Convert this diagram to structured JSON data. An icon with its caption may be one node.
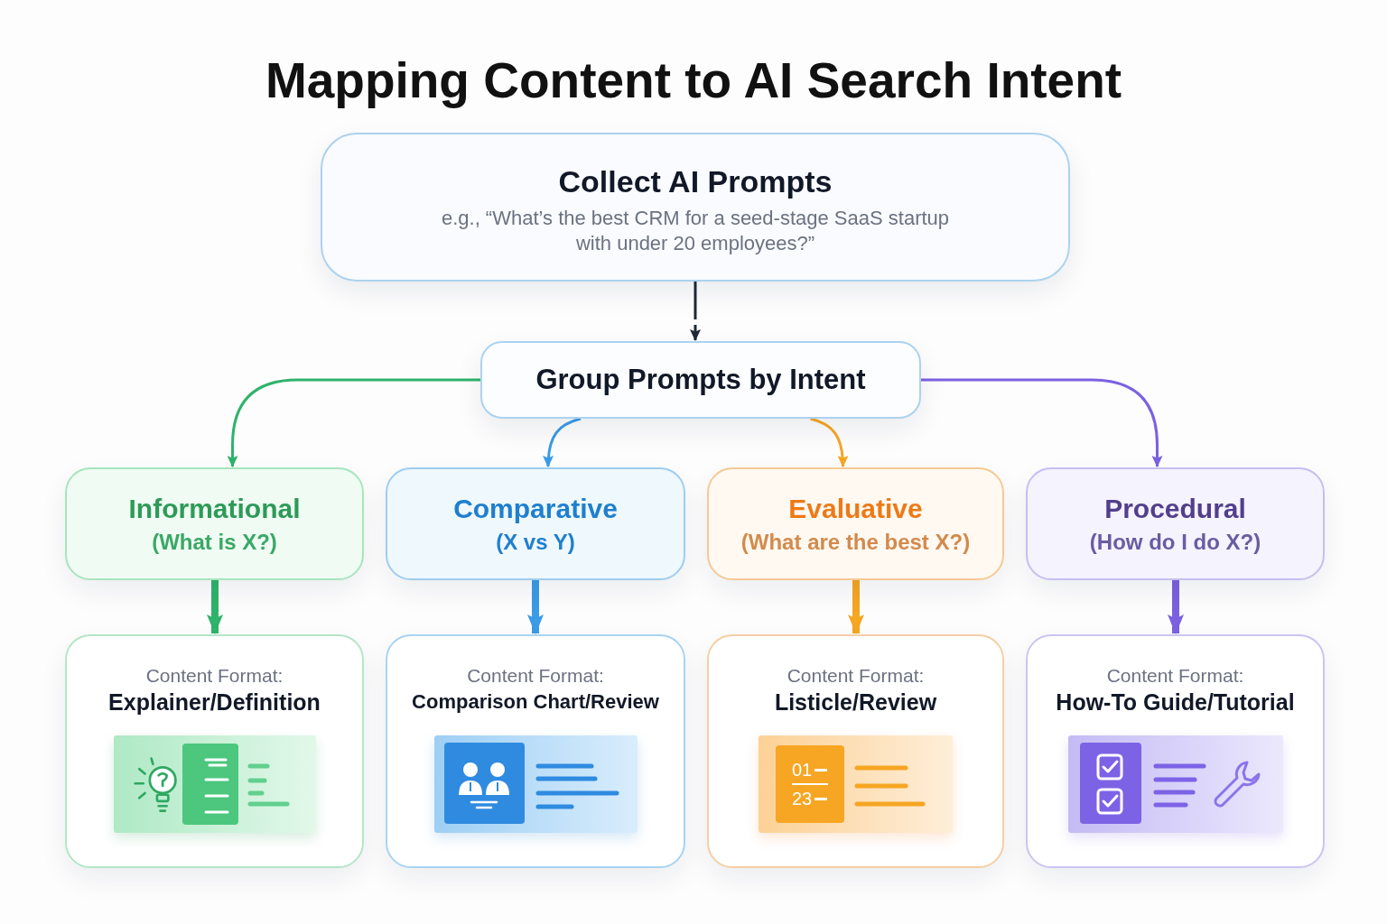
{
  "diagram": {
    "title": "Mapping Content to AI Search Intent",
    "nodes": [
      {
        "text": [
          "Collect AI Prompts",
          "e.g., “What’s the best CRM for a seed-stage SaaS startup with under 20 employees?”"
        ]
      },
      {
        "text": [
          "Group Prompts by Intent"
        ]
      },
      {
        "text": [
          "Informational",
          "(What is X?)"
        ]
      },
      {
        "text": [
          "Comparative",
          "(X vs Y)"
        ]
      },
      {
        "text": [
          "Evaluative",
          "(What are the best X?)"
        ]
      },
      {
        "text": [
          "Procedural",
          "(How do I do X?)"
        ]
      },
      {
        "text": [
          "Content Format:",
          "Explainer/Definition"
        ]
      },
      {
        "text": [
          "Content Format:",
          "Comparison Chart/Review"
        ]
      },
      {
        "text": [
          "Content Format:",
          "Listicle/Review"
        ]
      },
      {
        "text": [
          "Content Format:",
          "How-To Guide/Tutorial"
        ]
      }
    ],
    "edges": [
      {
        "from": 0,
        "to": 1,
        "arrow": "to",
        "style": "dashed",
        "color": "#1f2937"
      },
      {
        "from": 1,
        "to": 2,
        "arrow": "to",
        "color": "#2fb36a"
      },
      {
        "from": 1,
        "to": 3,
        "arrow": "to",
        "color": "#3a9be6"
      },
      {
        "from": 1,
        "to": 4,
        "arrow": "to",
        "color": "#f5a623"
      },
      {
        "from": 1,
        "to": 5,
        "arrow": "to",
        "color": "#7b61e0"
      },
      {
        "from": 2,
        "to": 6,
        "arrow": "to",
        "style": "thick",
        "color": "#2fb36a"
      },
      {
        "from": 3,
        "to": 7,
        "arrow": "to",
        "style": "thick",
        "color": "#3a9be6"
      },
      {
        "from": 4,
        "to": 8,
        "arrow": "to",
        "style": "thick",
        "color": "#f5a623"
      },
      {
        "from": 5,
        "to": 9,
        "arrow": "to",
        "style": "thick",
        "color": "#7b61e0"
      }
    ],
    "labels": [
      "01",
      "23"
    ]
  }
}
